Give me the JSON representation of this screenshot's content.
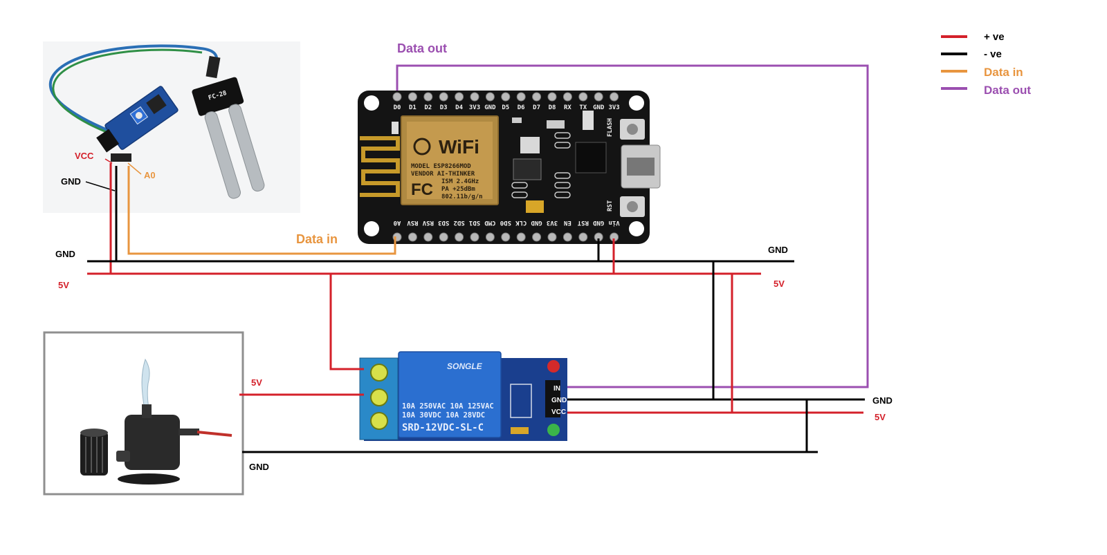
{
  "colors": {
    "positive": "#d4202a",
    "negative": "#000000",
    "data_in": "#e8953f",
    "data_out": "#9b4fb0"
  },
  "legend": {
    "positive": "+ ve",
    "negative": "- ve",
    "data_in": "Data in",
    "data_out": "Data out"
  },
  "wire_labels": {
    "data_out": "Data out",
    "data_in": "Data in",
    "gnd_left": "GND",
    "v5_left": "5V",
    "gnd_right": "GND",
    "v5_right": "5V",
    "pump_5v": "5V",
    "pump_gnd": "GND",
    "relay_gnd": "GND",
    "relay_5v": "5V"
  },
  "sensor": {
    "pin_vcc": "VCC",
    "pin_gnd": "GND",
    "pin_a0": "A0",
    "probe_text": "FC-28"
  },
  "nodemcu": {
    "top_pins": [
      "D0",
      "D1",
      "D2",
      "D3",
      "D4",
      "3V3",
      "GND",
      "D5",
      "D6",
      "D7",
      "D8",
      "RX",
      "TX",
      "GND",
      "3V3"
    ],
    "bottom_pins": [
      "A0",
      "RSV",
      "RSV",
      "SD3",
      "SD2",
      "SD1",
      "CMD",
      "SD0",
      "CLK",
      "GND",
      "3V3",
      "EN",
      "RST",
      "GND",
      "Vin"
    ],
    "wifi_logo": "WiFi",
    "module_lines": [
      "MODEL  ESP8266MOD",
      "VENDOR  AI-THINKER",
      "ISM 2.4GHz",
      "PA  +25dBm",
      "802.11b/g/n"
    ],
    "fc_mark": "FC",
    "flash_label": "FLASH",
    "rst_label": "RST"
  },
  "relay": {
    "brand": "SONGLE",
    "line1": "10A 250VAC  10A 125VAC",
    "line2": "10A  30VDC  10A  28VDC",
    "model": "SRD-12VDC-SL-C",
    "pin_in": "IN",
    "pin_gnd": "GND",
    "pin_vcc": "VCC"
  }
}
